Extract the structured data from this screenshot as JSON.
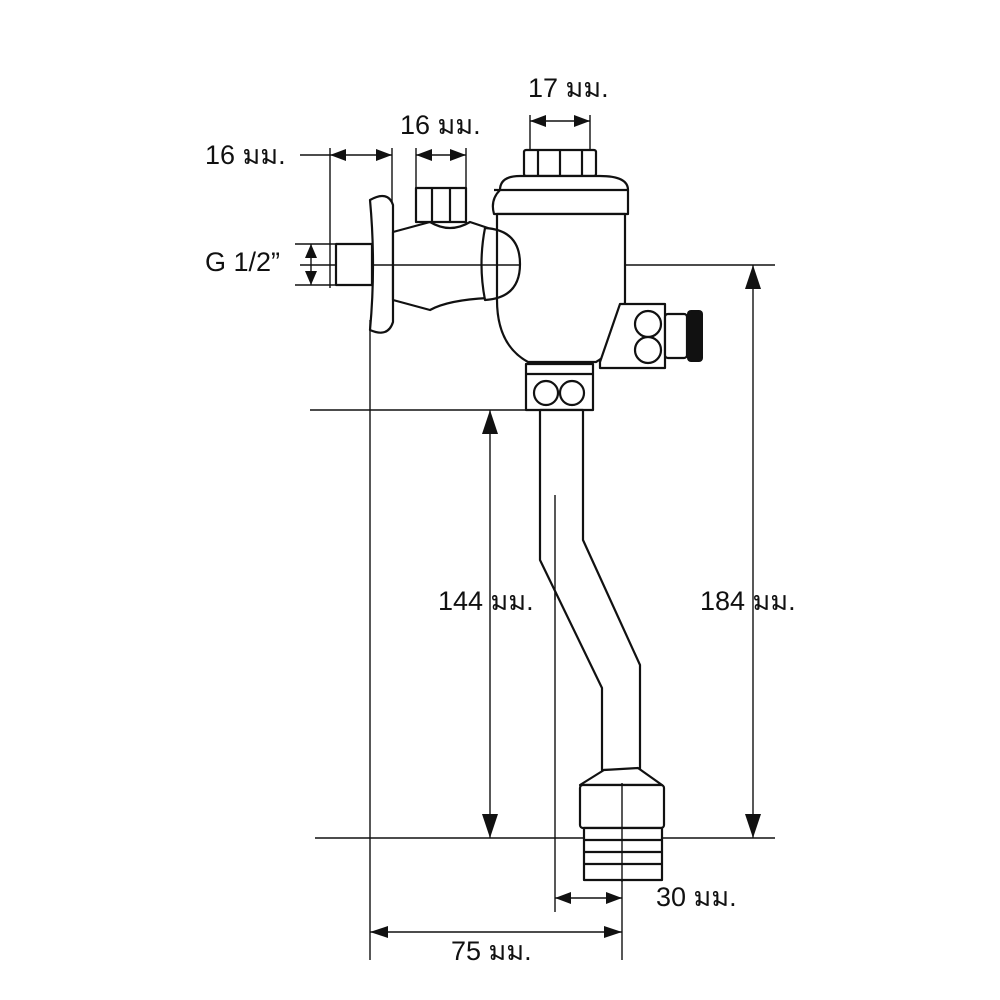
{
  "dimensions": {
    "top_width": "17 มม.",
    "inlet_nut_width": "16 มม.",
    "inlet_offset": "16 มม.",
    "inlet_thread": "G 1/2”",
    "outlet_height": "144 มม.",
    "overall_height": "184 มม.",
    "outlet_width": "30 มม.",
    "projection": "75 มม."
  }
}
